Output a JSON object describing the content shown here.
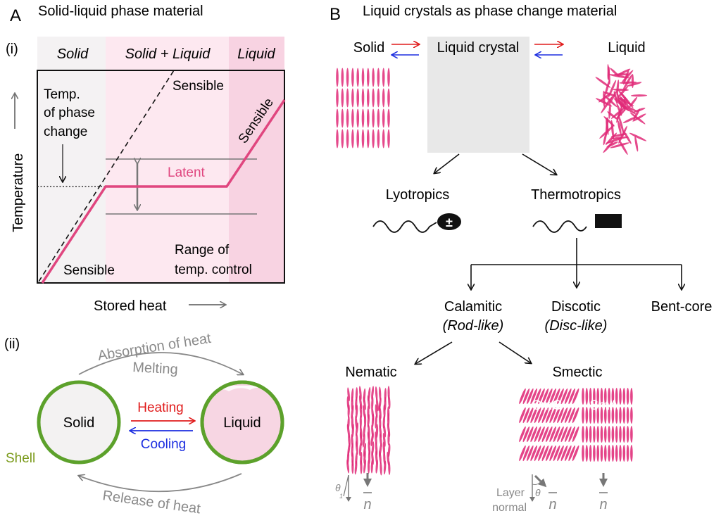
{
  "panel_a": {
    "letter": "A",
    "title": "Solid-liquid phase material",
    "part_i": {
      "label": "(i)",
      "phases": [
        "Solid",
        "Solid + Liquid",
        "Liquid"
      ],
      "y_axis_label": "Temperature",
      "x_axis_label": "Stored heat",
      "annotations": {
        "temp_phase_change": [
          "Temp.",
          "of phase",
          "change"
        ],
        "sensible_top": "Sensible",
        "sensible_right": "Sensible",
        "sensible_bottom": "Sensible",
        "latent": "Latent",
        "range_control": [
          "Range of",
          "temp. control"
        ]
      }
    },
    "part_ii": {
      "label": "(ii)",
      "solid": "Solid",
      "liquid": "Liquid",
      "heating": "Heating",
      "cooling": "Cooling",
      "shell": "Shell",
      "absorption": "Absorption of heat",
      "melting": "Melting",
      "release": "Release of heat"
    }
  },
  "panel_b": {
    "letter": "B",
    "title": "Liquid crystals as phase change material",
    "states": {
      "solid": "Solid",
      "liquid_crystal": "Liquid crystal",
      "liquid": "Liquid"
    },
    "classes": {
      "lyotropics": "Lyotropics",
      "thermotropics": "Thermotropics"
    },
    "charge_symbol": "±",
    "shapes": [
      {
        "name": "Calamitic",
        "sub": "(Rod-like)"
      },
      {
        "name": "Discotic",
        "sub": "(Disc-like)"
      },
      {
        "name": "Bent-core",
        "sub": ""
      }
    ],
    "phases": {
      "nematic": "Nematic",
      "smectic": "Smectic",
      "smc": "SmC",
      "sma": "SmA"
    },
    "vectors": {
      "director": "n",
      "theta": "θ",
      "theta_sub": "1",
      "layer_normal": [
        "Layer",
        "normal"
      ]
    }
  },
  "colors": {
    "pink": "#e0467f",
    "magenta": "#e02a78",
    "heating_red": "#e01b1b",
    "cooling_blue": "#1b2de0",
    "shell_green": "#5ca12b",
    "shell_label": "#7a9a1a",
    "gray_text": "#7a7a7a",
    "lc_box": "#e8e8e8"
  }
}
